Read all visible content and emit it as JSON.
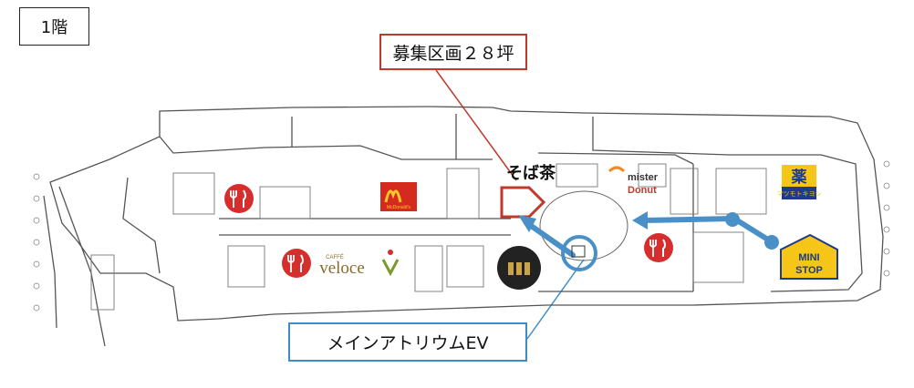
{
  "floor_label": "1階",
  "callouts": {
    "vacancy": "募集区画２８坪",
    "atrium": "メインアトリウムEV"
  },
  "stores": {
    "mcdonalds": "McDonald's",
    "veloce_top": "CAFFÉ",
    "veloce": "veloce",
    "mister_donut_1": "mister",
    "mister_donut_2": "Donut",
    "soba": "そば茶",
    "pharmacy_icon": "薬",
    "pharmacy_name": "マツモトキヨシ",
    "ministop_1": "MINI",
    "ministop_2": "STOP"
  },
  "colors": {
    "restaurant_icon": "#d62d2d",
    "vacancy_outline": "#c0392b",
    "route_blue": "#4a90c8",
    "mcd_red": "#d52b1e",
    "mcd_yellow": "#ffc72c",
    "ministop_yellow": "#f5c518",
    "ministop_blue": "#1e3a8a"
  },
  "icons": [
    "restaurant-icon",
    "elevator-icon",
    "route-arrow"
  ]
}
